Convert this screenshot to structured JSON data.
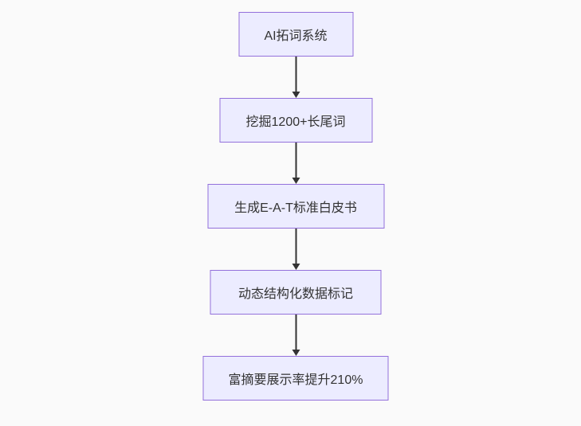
{
  "diagram": {
    "type": "flowchart",
    "direction": "top-down",
    "nodes": [
      {
        "id": "A",
        "label": "AI拓词系统"
      },
      {
        "id": "B",
        "label": "挖掘1200+长尾词"
      },
      {
        "id": "C",
        "label": "生成E-A-T标准白皮书"
      },
      {
        "id": "D",
        "label": "动态结构化数据标记"
      },
      {
        "id": "E",
        "label": "富摘要展示率提升210%"
      }
    ],
    "edges": [
      {
        "from": "A",
        "to": "B"
      },
      {
        "from": "B",
        "to": "C"
      },
      {
        "from": "C",
        "to": "D"
      },
      {
        "from": "D",
        "to": "E"
      }
    ],
    "colors": {
      "background": "#fafafa",
      "node_fill": "#ECECFF",
      "node_border": "#9370DB",
      "text": "#333333",
      "arrow": "#333333"
    }
  }
}
